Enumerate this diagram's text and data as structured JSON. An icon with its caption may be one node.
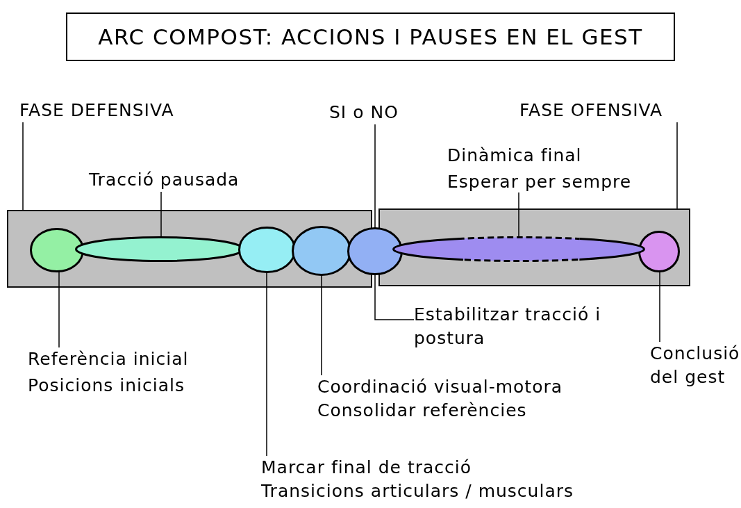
{
  "diagram": {
    "title": "ARC COMPOST: ACCIONS I PAUSES EN EL GEST",
    "nodes": [
      {
        "text": [],
        "shape": "box"
      },
      {
        "text": [],
        "shape": "box"
      },
      {
        "text": [],
        "shape": "circle",
        "in": 0
      },
      {
        "text": [],
        "shape": "ellipse",
        "in": 0
      },
      {
        "text": [],
        "shape": "ellipse",
        "in": 0
      },
      {
        "text": [],
        "shape": "ellipse",
        "in": 0
      },
      {
        "text": [],
        "shape": "ellipse"
      },
      {
        "text": [],
        "shape": "ellipse",
        "in": 1
      },
      {
        "text": [],
        "shape": "circle",
        "in": 1
      },
      {
        "text": [
          "FASE DEFENSIVA"
        ]
      },
      {
        "text": [
          "Tracció pausada"
        ]
      },
      {
        "text": [
          "SI o NO"
        ]
      },
      {
        "text": [
          "FASE OFENSIVA"
        ]
      },
      {
        "text": [
          "Dinàmica final",
          "Esperar per sempre"
        ]
      },
      {
        "text": [
          "Referència inicial",
          "Posicions inicials"
        ]
      },
      {
        "text": [
          "Estabilitzar tracció i postura"
        ]
      },
      {
        "text": [
          "Coordinació visual-motora",
          "Consolidar referències"
        ]
      },
      {
        "text": [
          "Conclusió del gest"
        ]
      },
      {
        "text": [
          "Marcar final de tracció",
          "Transicions articulars / musculars"
        ]
      }
    ],
    "edges": [
      {
        "from": 9,
        "to": 0,
        "arrow": "none"
      },
      {
        "from": 10,
        "to": 3,
        "arrow": "none"
      },
      {
        "from": 11,
        "to": 6,
        "arrow": "none"
      },
      {
        "from": 12,
        "to": 1,
        "arrow": "none"
      },
      {
        "from": 13,
        "to": 7,
        "arrow": "none"
      },
      {
        "from": 14,
        "to": 2,
        "arrow": "none"
      },
      {
        "from": 15,
        "to": 6,
        "arrow": "none"
      },
      {
        "from": 16,
        "to": 5,
        "arrow": "none"
      },
      {
        "from": 17,
        "to": 8,
        "arrow": "none"
      },
      {
        "from": 18,
        "to": 4,
        "arrow": "none"
      }
    ]
  }
}
